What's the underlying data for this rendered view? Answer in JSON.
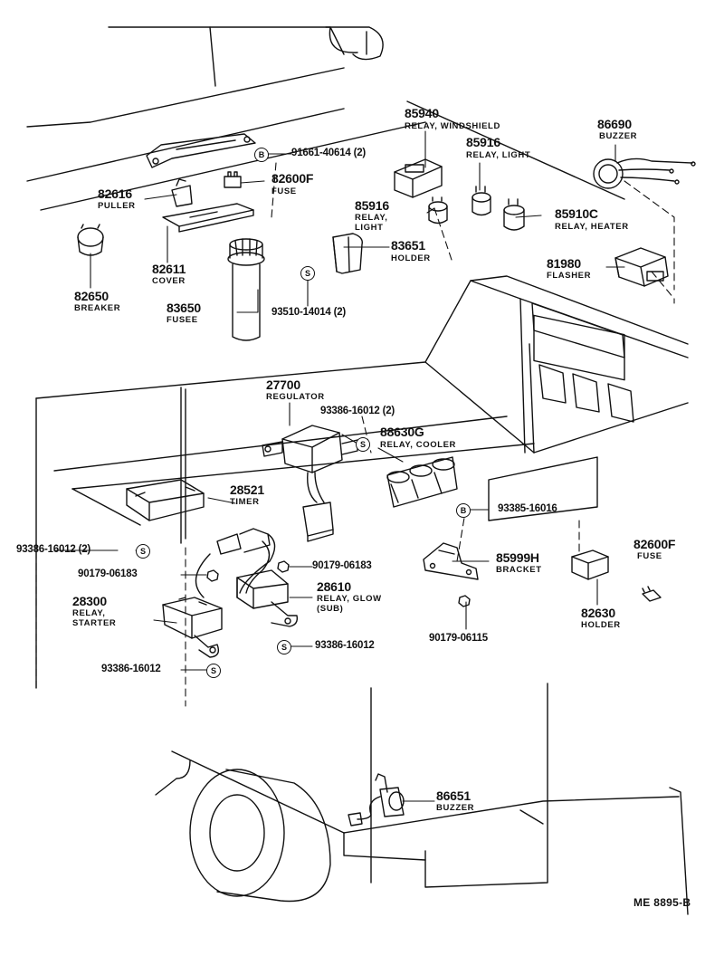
{
  "parts": [
    {
      "id": "p85940",
      "number": "85940",
      "name": "RELAY, WINDSHIELD"
    },
    {
      "id": "p86690",
      "number": "86690",
      "name": "BUZZER"
    },
    {
      "id": "p85916a",
      "number": "85916",
      "name": "RELAY, LIGHT"
    },
    {
      "id": "p82600f_top",
      "number": "82600F",
      "name": "FUSE"
    },
    {
      "id": "p82616",
      "number": "82616",
      "name": "PULLER"
    },
    {
      "id": "p85916b",
      "number": "85916",
      "name": "RELAY,",
      "name2": "LIGHT"
    },
    {
      "id": "p85910c",
      "number": "85910C",
      "name": "RELAY, HEATER"
    },
    {
      "id": "p83651",
      "number": "83651",
      "name": "HOLDER"
    },
    {
      "id": "p81980",
      "number": "81980",
      "name": "FLASHER"
    },
    {
      "id": "p82611",
      "number": "82611",
      "name": "COVER"
    },
    {
      "id": "p82650",
      "number": "82650",
      "name": "BREAKER"
    },
    {
      "id": "p83650",
      "number": "83650",
      "name": "FUSEE"
    },
    {
      "id": "p27700",
      "number": "27700",
      "name": "REGULATOR"
    },
    {
      "id": "p88630g",
      "number": "88630G",
      "name": "RELAY, COOLER"
    },
    {
      "id": "p28521",
      "number": "28521",
      "name": "TIMER"
    },
    {
      "id": "p85999h",
      "number": "85999H",
      "name": "BRACKET"
    },
    {
      "id": "p82600f_bot",
      "number": "82600F",
      "name": "FUSE"
    },
    {
      "id": "p28610",
      "number": "28610",
      "name": "RELAY, GLOW",
      "name2": "(SUB)"
    },
    {
      "id": "p28300",
      "number": "28300",
      "name": "RELAY,",
      "name2": "STARTER"
    },
    {
      "id": "p82630",
      "number": "82630",
      "name": "HOLDER"
    },
    {
      "id": "p86651",
      "number": "86651",
      "name": "BUZZER"
    }
  ],
  "refs": {
    "r91661": "91661-40614 (2)",
    "r93510": "93510-14014 (2)",
    "r93386a": "93386-16012 (2)",
    "r93385": "93385-16016",
    "r93386b": "93386-16012 (2)",
    "r90179a": "90179-06183",
    "r90179b": "90179-06183",
    "r93386c": "93386-16012",
    "r90179c": "90179-06115",
    "r93386d": "93386-16012"
  },
  "symbols": {
    "bolt": "B",
    "screw": "S"
  },
  "footer": {
    "code": "ME  8895-B"
  }
}
